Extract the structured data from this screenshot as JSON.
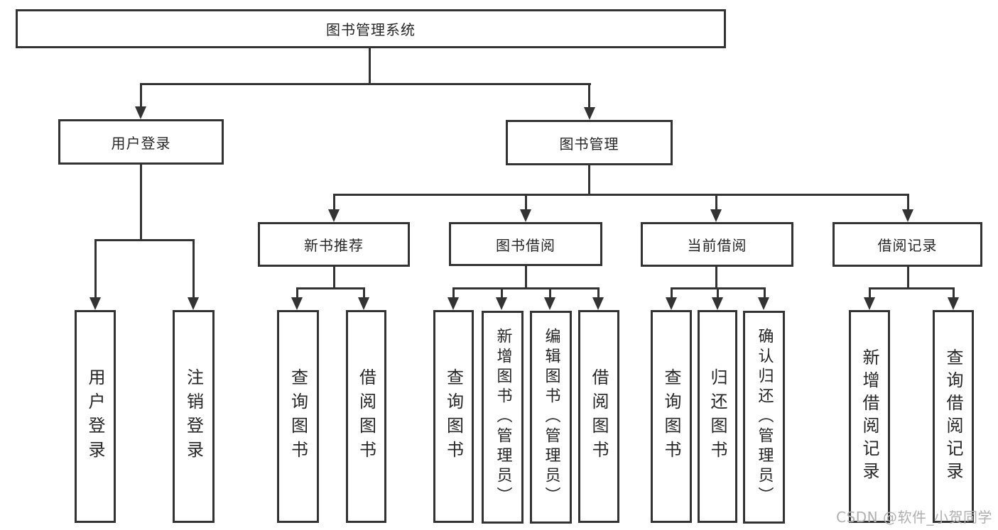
{
  "system": {
    "title": "图书管理系统"
  },
  "user_login": {
    "label": "用户登录",
    "children": [
      "用户登录",
      "注销登录"
    ]
  },
  "book_management": {
    "label": "图书管理",
    "modules": [
      {
        "label": "新书推荐",
        "children": [
          "查询图书",
          "借阅图书"
        ]
      },
      {
        "label": "图书借阅",
        "children": [
          "查询图书",
          "新增图书（管理员）",
          "编辑图书（管理员）",
          "借阅图书"
        ]
      },
      {
        "label": "当前借阅",
        "children": [
          "查询图书",
          "归还图书",
          "确认归还（管理员）"
        ]
      },
      {
        "label": "借阅记录",
        "children": [
          "新增借阅记录",
          "查询借阅记录"
        ]
      }
    ]
  },
  "watermark": {
    "text": "CSDN @软件_小贺同学"
  },
  "colors": {
    "line": "#333333",
    "text": "#262626",
    "watermark": "#b0b0b0",
    "background": "#ffffff"
  }
}
